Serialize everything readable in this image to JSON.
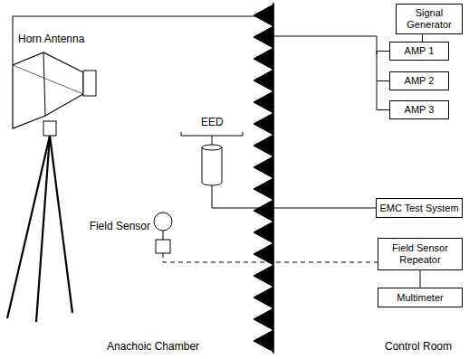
{
  "diagram": {
    "nodes": [
      {
        "text": [
          "Signal Generator"
        ]
      },
      {
        "text": [
          "AMP 1"
        ]
      },
      {
        "text": [
          "AMP 2"
        ]
      },
      {
        "text": [
          "AMP 3"
        ]
      },
      {
        "text": [
          "EMC Test System"
        ]
      },
      {
        "text": [
          "Field Sensor Repeator"
        ]
      },
      {
        "text": [
          "Multimeter"
        ]
      }
    ],
    "edges": [
      {
        "from": 0,
        "to": 1,
        "arrow": "none"
      },
      {
        "from": 1,
        "to": 2,
        "arrow": "none"
      },
      {
        "from": 2,
        "to": 3,
        "arrow": "none"
      },
      {
        "from": 5,
        "to": 6,
        "arrow": "none"
      }
    ],
    "labels": [
      "Horn Antenna",
      "EED",
      "Field Sensor",
      "Anachoic Chamber",
      "Control Room"
    ]
  }
}
